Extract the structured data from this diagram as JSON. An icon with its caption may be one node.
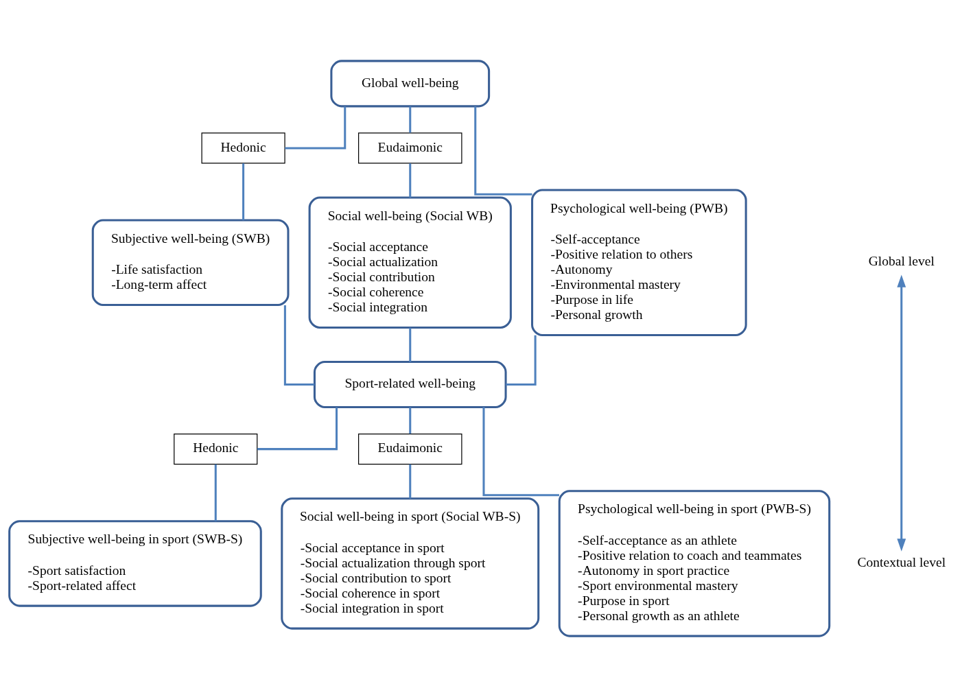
{
  "diagram": {
    "nodes": [
      {
        "text": [
          "Global well-being"
        ]
      },
      {
        "text": [
          "Hedonic"
        ]
      },
      {
        "text": [
          "Eudaimonic"
        ]
      },
      {
        "text": [
          "Subjective well-being (SWB)",
          "-Life satisfaction",
          "-Long-term affect"
        ]
      },
      {
        "text": [
          "Psychological well-being (PWB)",
          "-Self-acceptance",
          "-Positive relation to others",
          "-Autonomy",
          "-Environmental mastery",
          "-Purpose in life",
          "-Personal growth"
        ]
      },
      {
        "text": [
          "Social well-being (Social WB)",
          "-Social acceptance",
          "-Social actualization",
          "-Social contribution",
          "-Social coherence",
          "-Social integration"
        ]
      },
      {
        "text": [
          "Sport-related well-being"
        ]
      },
      {
        "text": [
          "Hedonic"
        ]
      },
      {
        "text": [
          "Eudaimonic"
        ]
      },
      {
        "text": [
          "Subjective well-being in sport (SWB-S)",
          "-Sport satisfaction",
          "-Sport-related affect"
        ]
      },
      {
        "text": [
          "Psychological well-being in sport (PWB-S)",
          "-Self-acceptance as an athlete",
          "-Positive relation to coach and teammates",
          "-Autonomy in sport practice",
          "-Sport environmental mastery",
          "-Purpose in sport",
          "-Personal growth as an athlete"
        ]
      },
      {
        "text": [
          "Social well-being in sport (Social WB-S)",
          "-Social acceptance in sport",
          "-Social actualization through sport",
          "-Social contribution to sport",
          "-Social coherence in sport",
          "-Social integration in sport"
        ]
      },
      {
        "text": [
          "Global level"
        ]
      },
      {
        "text": [
          "Contextual level"
        ]
      }
    ],
    "edges": [
      {
        "from": 0,
        "to": 1,
        "arrow": "none"
      },
      {
        "from": 1,
        "to": 3,
        "arrow": "none"
      },
      {
        "from": 0,
        "to": 4,
        "arrow": "none"
      },
      {
        "from": 0,
        "to": 2,
        "arrow": "none"
      },
      {
        "from": 2,
        "to": 5,
        "arrow": "none"
      },
      {
        "from": 3,
        "to": 6,
        "arrow": "none"
      },
      {
        "from": 4,
        "to": 6,
        "arrow": "none"
      },
      {
        "from": 5,
        "to": 6,
        "arrow": "none"
      },
      {
        "from": 6,
        "to": 7,
        "arrow": "none"
      },
      {
        "from": 7,
        "to": 9,
        "arrow": "none"
      },
      {
        "from": 6,
        "to": 10,
        "arrow": "none"
      },
      {
        "from": 6,
        "to": 8,
        "arrow": "none"
      },
      {
        "from": 8,
        "to": 11,
        "arrow": "none"
      },
      {
        "from": 12,
        "to": 13,
        "arrow": "both"
      }
    ]
  }
}
